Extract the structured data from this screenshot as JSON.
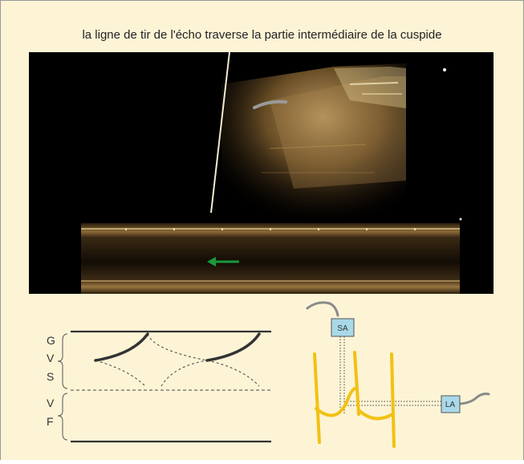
{
  "caption": "la ligne de tir de l'écho traverse la partie intermédiaire de la cuspide",
  "left_diagram": {
    "labels": [
      "G",
      "V",
      "S",
      "V",
      "F"
    ]
  },
  "right_diagram": {
    "label_top": "SA",
    "label_right": "LA"
  },
  "colors": {
    "background": "#fdf4d6",
    "leaflet_yellow": "#f2c112",
    "label_box": "#a9d8e8",
    "arrow_green": "#1a9a3a",
    "marker_gray": "#8a8a8a"
  }
}
